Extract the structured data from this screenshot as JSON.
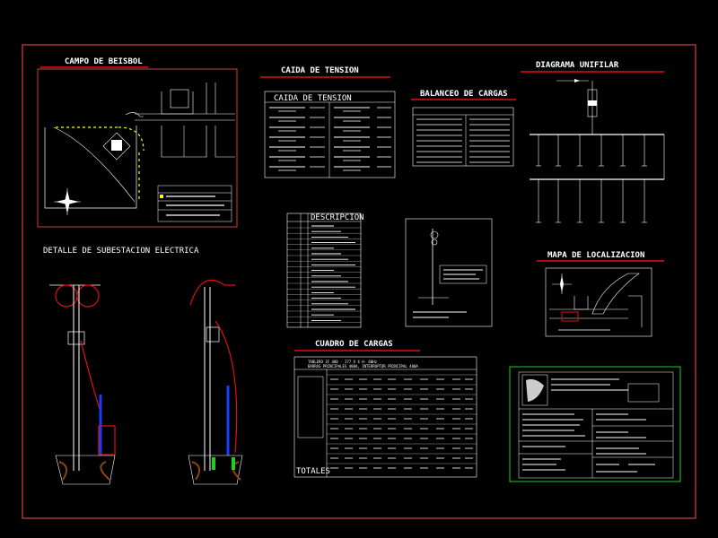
{
  "sections": {
    "campo_beisbol": "CAMPO DE BEISBOL",
    "caida_tension": "CAIDA DE TENSION",
    "caida_tension_table_header": "CAIDA DE TENSION",
    "balanceo_cargas": "BALANCEO DE CARGAS",
    "diagrama_unifilar": "DIAGRAMA UNIFILAR",
    "detalle_subestacion": "DETALLE DE SUBESTACION ELECTRICA",
    "descripcion": "DESCRIPCION",
    "mapa_localizacion": "MAPA DE LOCALIZACION",
    "cuadro_cargas": "CUADRO DE CARGAS",
    "totales": "TOTALES"
  },
  "cuadro_header": {
    "line1": "TABLERO 3F 480 - 277 V  4 H- 60Hz",
    "line2": "BARRAS PRINCIPALES 400A, INTERRUPTOR PRINCIPAL 400A"
  },
  "colors": {
    "background": "#000000",
    "frame": "#ff4d4d",
    "accent_red": "#e01010",
    "line_white": "#ffffff",
    "line_yellow": "#ffff00",
    "line_blue": "#1a3cff",
    "title_block": "#22cc22"
  }
}
